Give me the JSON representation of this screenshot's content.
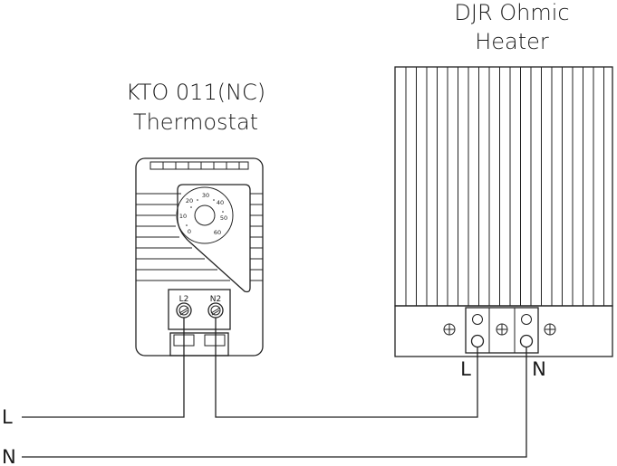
{
  "thermostat": {
    "title_line1": "KTO 011(NC)",
    "title_line2": "Thermostat",
    "terminal_left": "L2",
    "terminal_right": "N2",
    "dial_marks": [
      "0",
      "10",
      "20",
      "30",
      "40",
      "50",
      "60"
    ]
  },
  "heater": {
    "title_line1": "DJR Ohmic",
    "title_line2": "Heater",
    "terminal_L": "L",
    "terminal_N": "N"
  },
  "supply": {
    "line_label": "L",
    "neutral_label": "N"
  },
  "colors": {
    "stroke": "#222222",
    "text": "#1a1a1a",
    "background": "#ffffff"
  }
}
